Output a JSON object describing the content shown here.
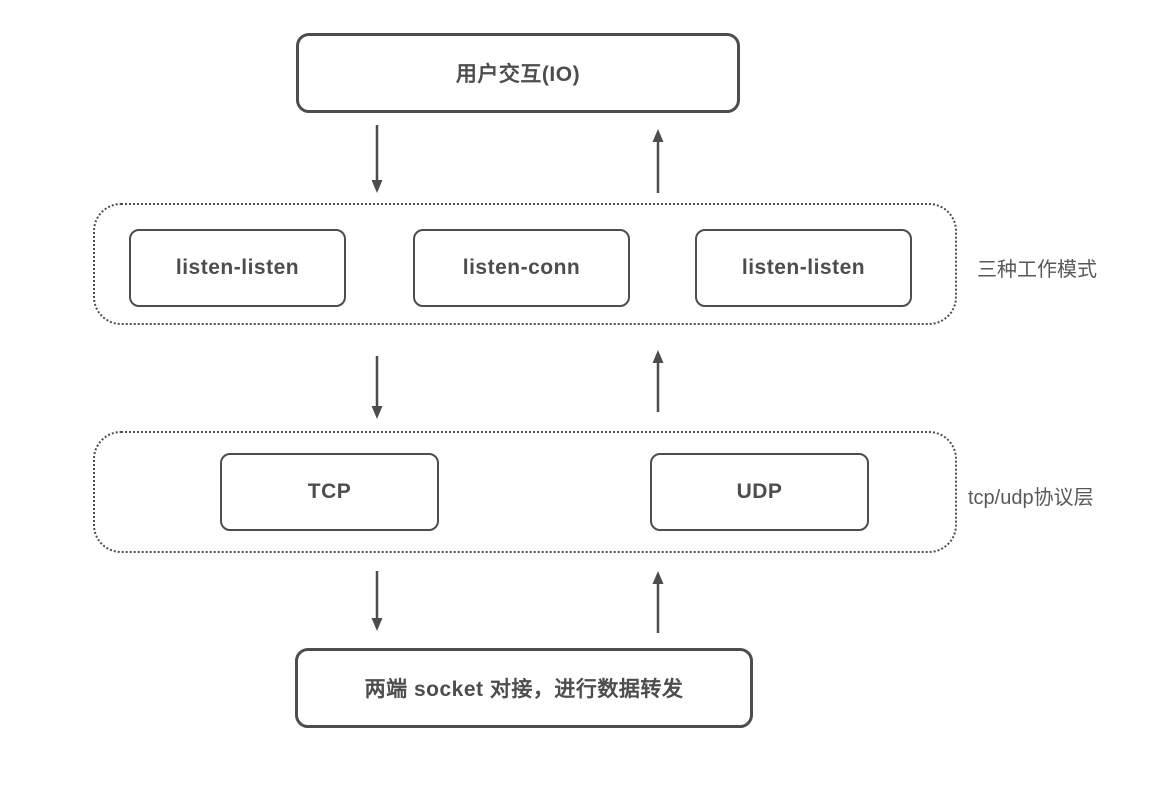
{
  "top_box": {
    "label": "用户交互(IO)"
  },
  "modes_layer": {
    "label": "三种工作模式",
    "boxes": [
      "listen-listen",
      "listen-conn",
      "listen-listen"
    ]
  },
  "protocol_layer": {
    "label": "tcp/udp协议层",
    "boxes": [
      "TCP",
      "UDP"
    ]
  },
  "bottom_box": {
    "label": "两端 socket 对接，进行数据转发"
  },
  "colors": {
    "stroke": "#4d4d4d",
    "label_text": "#595959",
    "background": "#ffffff"
  }
}
